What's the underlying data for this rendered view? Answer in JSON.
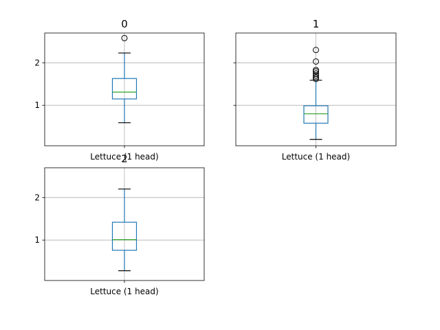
{
  "chart_data": [
    {
      "type": "box",
      "title": "0",
      "categories": [
        "Lettuce (1 head)"
      ],
      "ylim": [
        0.05,
        2.7
      ],
      "yticks": [
        1,
        2
      ],
      "ytick_labels": [
        "1",
        "2"
      ],
      "show_ytick_labels": true,
      "grid": true,
      "boxes": [
        {
          "category": "Lettuce (1 head)",
          "whisker_low": 0.59,
          "q1": 1.15,
          "median": 1.31,
          "q3": 1.63,
          "whisker_high": 2.23,
          "outliers": [
            2.58
          ]
        }
      ]
    },
    {
      "type": "box",
      "title": "1",
      "categories": [
        "Lettuce (1 head)"
      ],
      "ylim": [
        0.05,
        2.7
      ],
      "yticks": [
        1,
        2
      ],
      "ytick_labels": [
        "1",
        "2"
      ],
      "show_ytick_labels": false,
      "grid": true,
      "boxes": [
        {
          "category": "Lettuce (1 head)",
          "whisker_low": 0.2,
          "q1": 0.58,
          "median": 0.8,
          "q3": 0.99,
          "whisker_high": 1.59,
          "outliers": [
            1.62,
            1.66,
            1.7,
            1.75,
            1.8,
            1.83,
            2.03,
            2.3
          ]
        }
      ]
    },
    {
      "type": "box",
      "title": "2",
      "categories": [
        "Lettuce (1 head)"
      ],
      "ylim": [
        0.05,
        2.7
      ],
      "yticks": [
        1,
        2
      ],
      "ytick_labels": [
        "1",
        "2"
      ],
      "show_ytick_labels": true,
      "grid": true,
      "boxes": [
        {
          "category": "Lettuce (1 head)",
          "whisker_low": 0.28,
          "q1": 0.76,
          "median": 1.01,
          "q3": 1.42,
          "whisker_high": 2.2,
          "outliers": []
        }
      ]
    }
  ],
  "colors": {
    "box": "#1f77b4",
    "median": "#2ca02c",
    "whisker_cap": "#000000",
    "grid": "#b0b0b0",
    "axes": "#000000"
  }
}
